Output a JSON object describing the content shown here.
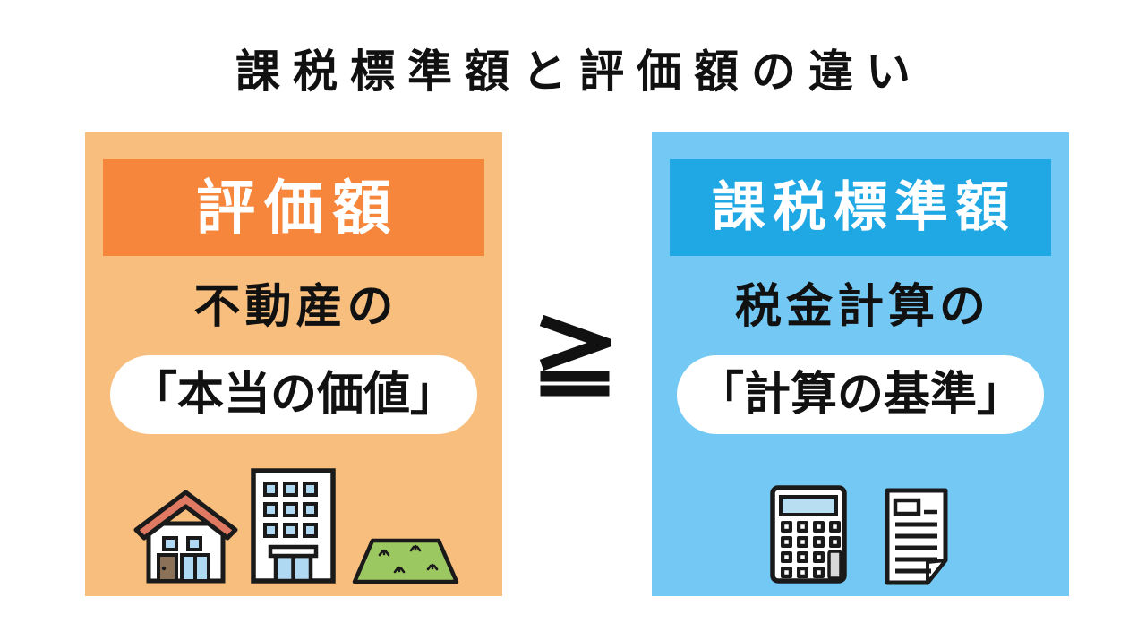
{
  "title": "課税標準額と評価額の違い",
  "comparison": {
    "symbol": "≧",
    "symbol_name": "greater-than-or-equal-icon"
  },
  "left_panel": {
    "header_label": "評価額",
    "subtitle": "不動産の",
    "pill_label": "「本当の価値」",
    "icons": [
      "house-icon",
      "building-icon",
      "land-icon"
    ]
  },
  "right_panel": {
    "header_label": "課税標準額",
    "subtitle": "税金計算の",
    "pill_label": "「計算の基準」",
    "icons": [
      "calculator-icon",
      "document-icon"
    ]
  },
  "colors": {
    "page_bg": "#FFFFFF",
    "body_text": "#111111",
    "header_text": "#FFFFFF",
    "left_panel_bg": "#F8BE7D",
    "left_header_bg": "#F6863B",
    "right_panel_bg": "#74C9F4",
    "right_header_bg": "#1FA8E4",
    "pill_bg": "#FFFFFF",
    "symbol": "#111111",
    "icon_outline": "#1A1A1A",
    "house_roof": "#DF7961",
    "house_door": "#8A7157",
    "window_blue": "#AFD9F2",
    "land_green": "#9CC862",
    "calc_display": "#B7DFF1",
    "calc_key": "#1A1A1A",
    "calc_key_inner": "#FFFFFF",
    "calc_tall_key": "#D9D9D9"
  }
}
